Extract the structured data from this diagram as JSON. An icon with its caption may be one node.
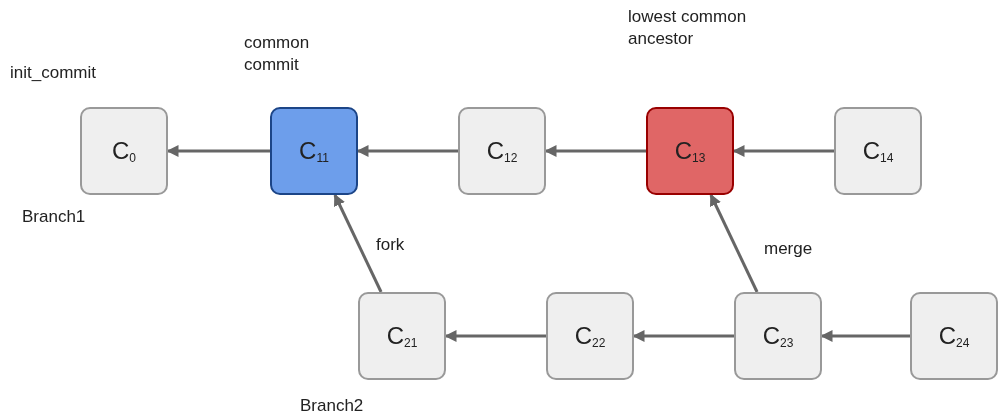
{
  "diagram": {
    "nodes": [
      {
        "text": [
          "C$_{0}$"
        ],
        "beside": [
          "init_commit"
        ]
      },
      {
        "text": [
          "C$_{11}$"
        ],
        "beside": [
          "common commit"
        ]
      },
      {
        "text": [
          "C$_{12}$"
        ]
      },
      {
        "text": [
          "C$_{13}$"
        ],
        "beside": [
          "lowest common ancestor"
        ]
      },
      {
        "text": [
          "C$_{14}$"
        ]
      },
      {
        "text": [
          "C$_{21}$"
        ]
      },
      {
        "text": [
          "C$_{22}$"
        ]
      },
      {
        "text": [
          "C$_{23}$"
        ]
      },
      {
        "text": [
          "C$_{24}$"
        ]
      }
    ],
    "edges": [
      {
        "from": 1,
        "to": 0,
        "arrow": "to"
      },
      {
        "from": 2,
        "to": 1,
        "arrow": "to"
      },
      {
        "from": 3,
        "to": 2,
        "arrow": "to"
      },
      {
        "from": 4,
        "to": 3,
        "arrow": "to"
      },
      {
        "from": 5,
        "to": 1,
        "arrow": "to",
        "label": "fork"
      },
      {
        "from": 6,
        "to": 5,
        "arrow": "to"
      },
      {
        "from": 7,
        "to": 6,
        "arrow": "to"
      },
      {
        "from": 8,
        "to": 7,
        "arrow": "to"
      },
      {
        "from": 7,
        "to": 3,
        "arrow": "to",
        "label": "merge"
      }
    ],
    "labels": [
      "Branch1",
      "Branch2"
    ]
  }
}
